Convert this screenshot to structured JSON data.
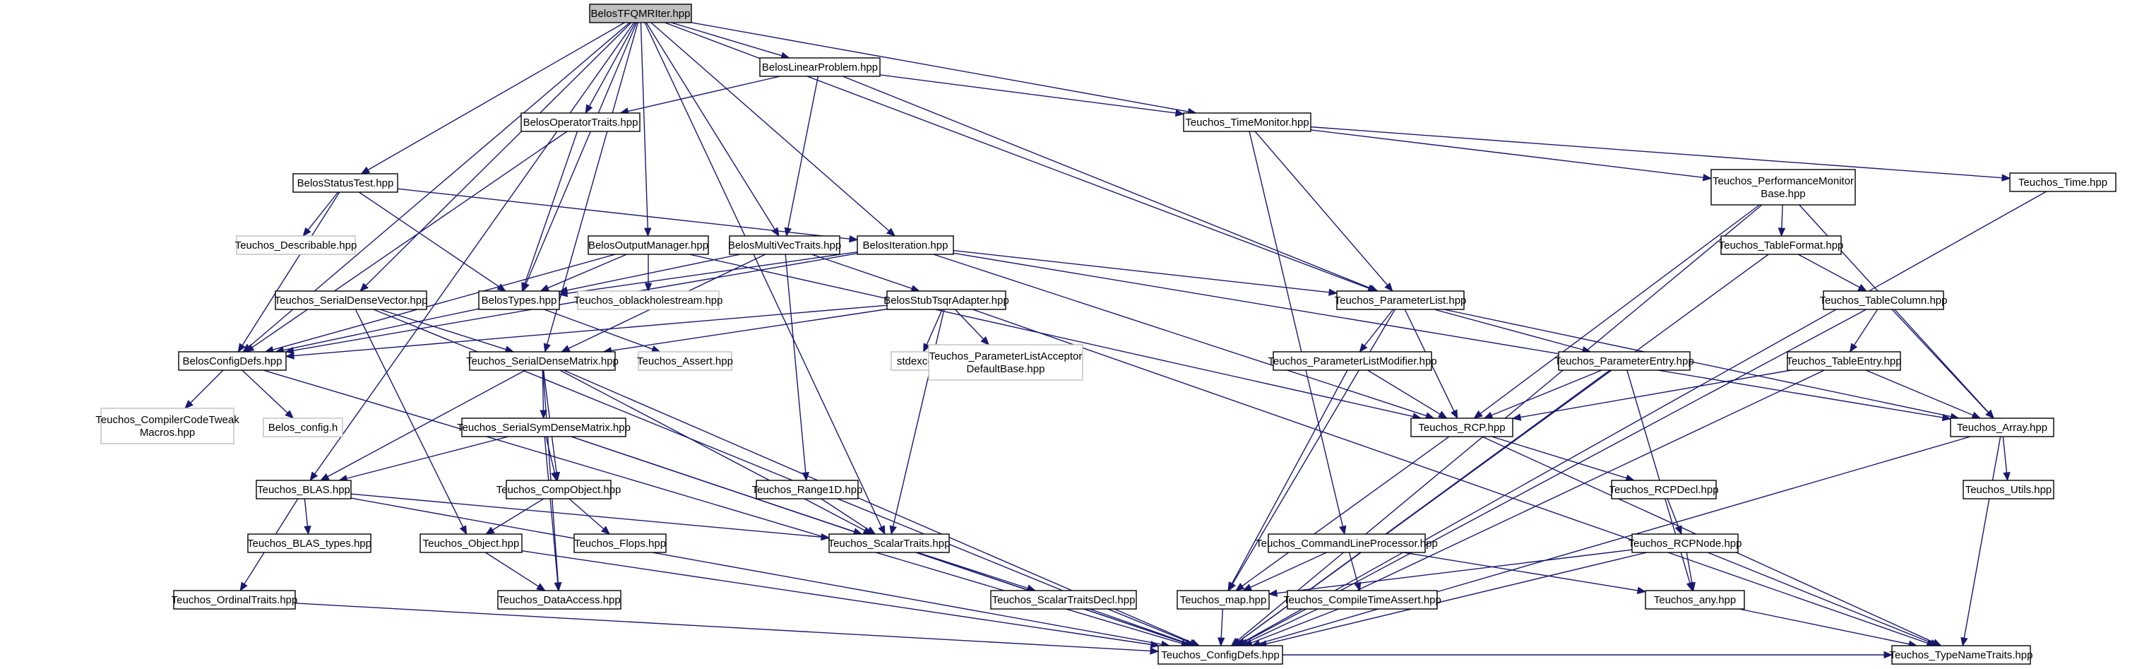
{
  "graph": {
    "root": "BelosTFQMRIter.hpp",
    "nodes": [
      {
        "id": "root",
        "lines": [
          "BelosTFQMRIter.hpp"
        ],
        "kind": "root"
      },
      {
        "id": "linprob",
        "lines": [
          "BelosLinearProblem.hpp"
        ],
        "kind": "internal"
      },
      {
        "id": "optraits",
        "lines": [
          "BelosOperatorTraits.hpp"
        ],
        "kind": "internal"
      },
      {
        "id": "timemon",
        "lines": [
          "Teuchos_TimeMonitor.hpp"
        ],
        "kind": "internal"
      },
      {
        "id": "perfmon",
        "lines": [
          "Teuchos_PerformanceMonitor",
          "Base.hpp"
        ],
        "kind": "internal"
      },
      {
        "id": "time",
        "lines": [
          "Teuchos_Time.hpp"
        ],
        "kind": "internal"
      },
      {
        "id": "statustest",
        "lines": [
          "BelosStatusTest.hpp"
        ],
        "kind": "internal"
      },
      {
        "id": "describable",
        "lines": [
          "Teuchos_Describable.hpp"
        ],
        "kind": "external"
      },
      {
        "id": "outmgr",
        "lines": [
          "BelosOutputManager.hpp"
        ],
        "kind": "internal"
      },
      {
        "id": "mvtraits",
        "lines": [
          "BelosMultiVecTraits.hpp"
        ],
        "kind": "internal"
      },
      {
        "id": "iteration",
        "lines": [
          "BelosIteration.hpp"
        ],
        "kind": "internal"
      },
      {
        "id": "tableformat",
        "lines": [
          "Teuchos_TableFormat.hpp"
        ],
        "kind": "internal"
      },
      {
        "id": "sdvector",
        "lines": [
          "Teuchos_SerialDenseVector.hpp"
        ],
        "kind": "internal"
      },
      {
        "id": "belostypes",
        "lines": [
          "BelosTypes.hpp"
        ],
        "kind": "internal"
      },
      {
        "id": "oblackhole",
        "lines": [
          "Teuchos_oblackholestream.hpp"
        ],
        "kind": "external"
      },
      {
        "id": "stubtsqr",
        "lines": [
          "BelosStubTsqrAdapter.hpp"
        ],
        "kind": "internal"
      },
      {
        "id": "paramlist",
        "lines": [
          "Teuchos_ParameterList.hpp"
        ],
        "kind": "internal"
      },
      {
        "id": "tablecolumn",
        "lines": [
          "Teuchos_TableColumn.hpp"
        ],
        "kind": "internal"
      },
      {
        "id": "configdefs",
        "lines": [
          "BelosConfigDefs.hpp"
        ],
        "kind": "internal"
      },
      {
        "id": "sdmatrix",
        "lines": [
          "Teuchos_SerialDenseMatrix.hpp"
        ],
        "kind": "internal"
      },
      {
        "id": "assert",
        "lines": [
          "Teuchos_Assert.hpp"
        ],
        "kind": "external"
      },
      {
        "id": "stdexcept",
        "lines": [
          "stdexcept"
        ],
        "kind": "external"
      },
      {
        "id": "placceptor",
        "lines": [
          "Teuchos_ParameterListAcceptor",
          "DefaultBase.hpp"
        ],
        "kind": "external"
      },
      {
        "id": "plmodifier",
        "lines": [
          "Teuchos_ParameterListModifier.hpp"
        ],
        "kind": "internal"
      },
      {
        "id": "paramentry",
        "lines": [
          "Teuchos_ParameterEntry.hpp"
        ],
        "kind": "internal"
      },
      {
        "id": "tableentry",
        "lines": [
          "Teuchos_TableEntry.hpp"
        ],
        "kind": "internal"
      },
      {
        "id": "compilertweak",
        "lines": [
          "Teuchos_CompilerCodeTweak",
          "Macros.hpp"
        ],
        "kind": "external"
      },
      {
        "id": "belosconfig",
        "lines": [
          "Belos_config.h"
        ],
        "kind": "external"
      },
      {
        "id": "ssdmatrix",
        "lines": [
          "Teuchos_SerialSymDenseMatrix.hpp"
        ],
        "kind": "internal"
      },
      {
        "id": "rcp",
        "lines": [
          "Teuchos_RCP.hpp"
        ],
        "kind": "internal"
      },
      {
        "id": "array",
        "lines": [
          "Teuchos_Array.hpp"
        ],
        "kind": "internal"
      },
      {
        "id": "blas",
        "lines": [
          "Teuchos_BLAS.hpp"
        ],
        "kind": "internal"
      },
      {
        "id": "compobject",
        "lines": [
          "Teuchos_CompObject.hpp"
        ],
        "kind": "internal"
      },
      {
        "id": "range1d",
        "lines": [
          "Teuchos_Range1D.hpp"
        ],
        "kind": "internal"
      },
      {
        "id": "rcpdecl",
        "lines": [
          "Teuchos_RCPDecl.hpp"
        ],
        "kind": "internal"
      },
      {
        "id": "utils",
        "lines": [
          "Teuchos_Utils.hpp"
        ],
        "kind": "internal"
      },
      {
        "id": "blastypes",
        "lines": [
          "Teuchos_BLAS_types.hpp"
        ],
        "kind": "internal"
      },
      {
        "id": "object",
        "lines": [
          "Teuchos_Object.hpp"
        ],
        "kind": "internal"
      },
      {
        "id": "flops",
        "lines": [
          "Teuchos_Flops.hpp"
        ],
        "kind": "internal"
      },
      {
        "id": "scalartraits",
        "lines": [
          "Teuchos_ScalarTraits.hpp"
        ],
        "kind": "internal"
      },
      {
        "id": "cmdline",
        "lines": [
          "Teuchos_CommandLineProcessor.hpp"
        ],
        "kind": "internal"
      },
      {
        "id": "rcpnode",
        "lines": [
          "Teuchos_RCPNode.hpp"
        ],
        "kind": "internal"
      },
      {
        "id": "ordinaltraits",
        "lines": [
          "Teuchos_OrdinalTraits.hpp"
        ],
        "kind": "internal"
      },
      {
        "id": "dataaccess",
        "lines": [
          "Teuchos_DataAccess.hpp"
        ],
        "kind": "internal"
      },
      {
        "id": "scalartraitsdecl",
        "lines": [
          "Teuchos_ScalarTraitsDecl.hpp"
        ],
        "kind": "internal"
      },
      {
        "id": "map",
        "lines": [
          "Teuchos_map.hpp"
        ],
        "kind": "internal"
      },
      {
        "id": "compiletimeassert",
        "lines": [
          "Teuchos_CompileTimeAssert.hpp"
        ],
        "kind": "internal"
      },
      {
        "id": "any",
        "lines": [
          "Teuchos_any.hpp"
        ],
        "kind": "internal"
      },
      {
        "id": "teuchosconfig",
        "lines": [
          "Teuchos_ConfigDefs.hpp"
        ],
        "kind": "internal"
      },
      {
        "id": "typenametraits",
        "lines": [
          "Teuchos_TypeNameTraits.hpp"
        ],
        "kind": "internal"
      }
    ],
    "edges": [
      [
        "root",
        "linprob"
      ],
      [
        "root",
        "optraits"
      ],
      [
        "root",
        "timemon"
      ],
      [
        "root",
        "statustest"
      ],
      [
        "root",
        "outmgr"
      ],
      [
        "root",
        "mvtraits"
      ],
      [
        "root",
        "iteration"
      ],
      [
        "root",
        "sdvector"
      ],
      [
        "root",
        "belostypes"
      ],
      [
        "root",
        "paramlist"
      ],
      [
        "root",
        "configdefs"
      ],
      [
        "root",
        "sdmatrix"
      ],
      [
        "root",
        "blas"
      ],
      [
        "root",
        "scalartraits"
      ],
      [
        "linprob",
        "optraits"
      ],
      [
        "linprob",
        "timemon"
      ],
      [
        "linprob",
        "mvtraits"
      ],
      [
        "linprob",
        "paramlist"
      ],
      [
        "optraits",
        "belostypes"
      ],
      [
        "optraits",
        "configdefs"
      ],
      [
        "timemon",
        "perfmon"
      ],
      [
        "timemon",
        "time"
      ],
      [
        "timemon",
        "paramlist"
      ],
      [
        "timemon",
        "cmdline"
      ],
      [
        "perfmon",
        "tableformat"
      ],
      [
        "perfmon",
        "rcp"
      ],
      [
        "perfmon",
        "array"
      ],
      [
        "perfmon",
        "teuchosconfig"
      ],
      [
        "time",
        "teuchosconfig"
      ],
      [
        "statustest",
        "describable"
      ],
      [
        "statustest",
        "belostypes"
      ],
      [
        "statustest",
        "iteration"
      ],
      [
        "statustest",
        "configdefs"
      ],
      [
        "outmgr",
        "belostypes"
      ],
      [
        "outmgr",
        "oblackhole"
      ],
      [
        "outmgr",
        "configdefs"
      ],
      [
        "outmgr",
        "rcp"
      ],
      [
        "mvtraits",
        "belostypes"
      ],
      [
        "mvtraits",
        "stubtsqr"
      ],
      [
        "mvtraits",
        "sdmatrix"
      ],
      [
        "mvtraits",
        "range1d"
      ],
      [
        "iteration",
        "belostypes"
      ],
      [
        "iteration",
        "paramlist"
      ],
      [
        "iteration",
        "array"
      ],
      [
        "iteration",
        "rcp"
      ],
      [
        "iteration",
        "configdefs"
      ],
      [
        "tableformat",
        "tablecolumn"
      ],
      [
        "tableformat",
        "teuchosconfig"
      ],
      [
        "sdvector",
        "sdmatrix"
      ],
      [
        "sdvector",
        "object"
      ],
      [
        "sdvector",
        "teuchosconfig"
      ],
      [
        "belostypes",
        "configdefs"
      ],
      [
        "belostypes",
        "assert"
      ],
      [
        "stubtsqr",
        "stdexcept"
      ],
      [
        "stubtsqr",
        "placceptor"
      ],
      [
        "stubtsqr",
        "configdefs"
      ],
      [
        "stubtsqr",
        "sdmatrix"
      ],
      [
        "stubtsqr",
        "scalartraits"
      ],
      [
        "stubtsqr",
        "typenametraits"
      ],
      [
        "paramlist",
        "plmodifier"
      ],
      [
        "paramlist",
        "paramentry"
      ],
      [
        "paramlist",
        "rcp"
      ],
      [
        "paramlist",
        "array"
      ],
      [
        "paramlist",
        "map"
      ],
      [
        "tablecolumn",
        "tableentry"
      ],
      [
        "tablecolumn",
        "array"
      ],
      [
        "tablecolumn",
        "teuchosconfig"
      ],
      [
        "configdefs",
        "compilertweak"
      ],
      [
        "configdefs",
        "belosconfig"
      ],
      [
        "configdefs",
        "teuchosconfig"
      ],
      [
        "sdmatrix",
        "ssdmatrix"
      ],
      [
        "sdmatrix",
        "blas"
      ],
      [
        "sdmatrix",
        "compobject"
      ],
      [
        "sdmatrix",
        "dataaccess"
      ],
      [
        "sdmatrix",
        "scalartraits"
      ],
      [
        "sdmatrix",
        "teuchosconfig"
      ],
      [
        "plmodifier",
        "rcp"
      ],
      [
        "plmodifier",
        "map"
      ],
      [
        "paramentry",
        "rcp"
      ],
      [
        "paramentry",
        "any"
      ],
      [
        "paramentry",
        "teuchosconfig"
      ],
      [
        "tableentry",
        "rcp"
      ],
      [
        "tableentry",
        "array"
      ],
      [
        "tableentry",
        "teuchosconfig"
      ],
      [
        "ssdmatrix",
        "blas"
      ],
      [
        "ssdmatrix",
        "compobject"
      ],
      [
        "ssdmatrix",
        "scalartraits"
      ],
      [
        "ssdmatrix",
        "dataaccess"
      ],
      [
        "ssdmatrix",
        "teuchosconfig"
      ],
      [
        "rcp",
        "rcpdecl"
      ],
      [
        "rcp",
        "map"
      ],
      [
        "rcp",
        "typenametraits"
      ],
      [
        "array",
        "utils"
      ],
      [
        "array",
        "typenametraits"
      ],
      [
        "array",
        "teuchosconfig"
      ],
      [
        "blas",
        "blastypes"
      ],
      [
        "blas",
        "ordinaltraits"
      ],
      [
        "blas",
        "scalartraits"
      ],
      [
        "blas",
        "teuchosconfig"
      ],
      [
        "compobject",
        "object"
      ],
      [
        "compobject",
        "flops"
      ],
      [
        "range1d",
        "scalartraits"
      ],
      [
        "rcpdecl",
        "rcpnode"
      ],
      [
        "object",
        "dataaccess"
      ],
      [
        "object",
        "teuchosconfig"
      ],
      [
        "scalartraits",
        "scalartraitsdecl"
      ],
      [
        "scalartraits",
        "teuchosconfig"
      ],
      [
        "cmdline",
        "map"
      ],
      [
        "cmdline",
        "compiletimeassert"
      ],
      [
        "cmdline",
        "any"
      ],
      [
        "rcpnode",
        "map"
      ],
      [
        "rcpnode",
        "any"
      ],
      [
        "rcpnode",
        "typenametraits"
      ],
      [
        "rcpnode",
        "teuchosconfig"
      ],
      [
        "ordinaltraits",
        "teuchosconfig"
      ],
      [
        "scalartraitsdecl",
        "teuchosconfig"
      ],
      [
        "map",
        "teuchosconfig"
      ],
      [
        "compiletimeassert",
        "teuchosconfig"
      ],
      [
        "any",
        "typenametraits"
      ],
      [
        "teuchosconfig",
        "typenametraits"
      ]
    ]
  }
}
